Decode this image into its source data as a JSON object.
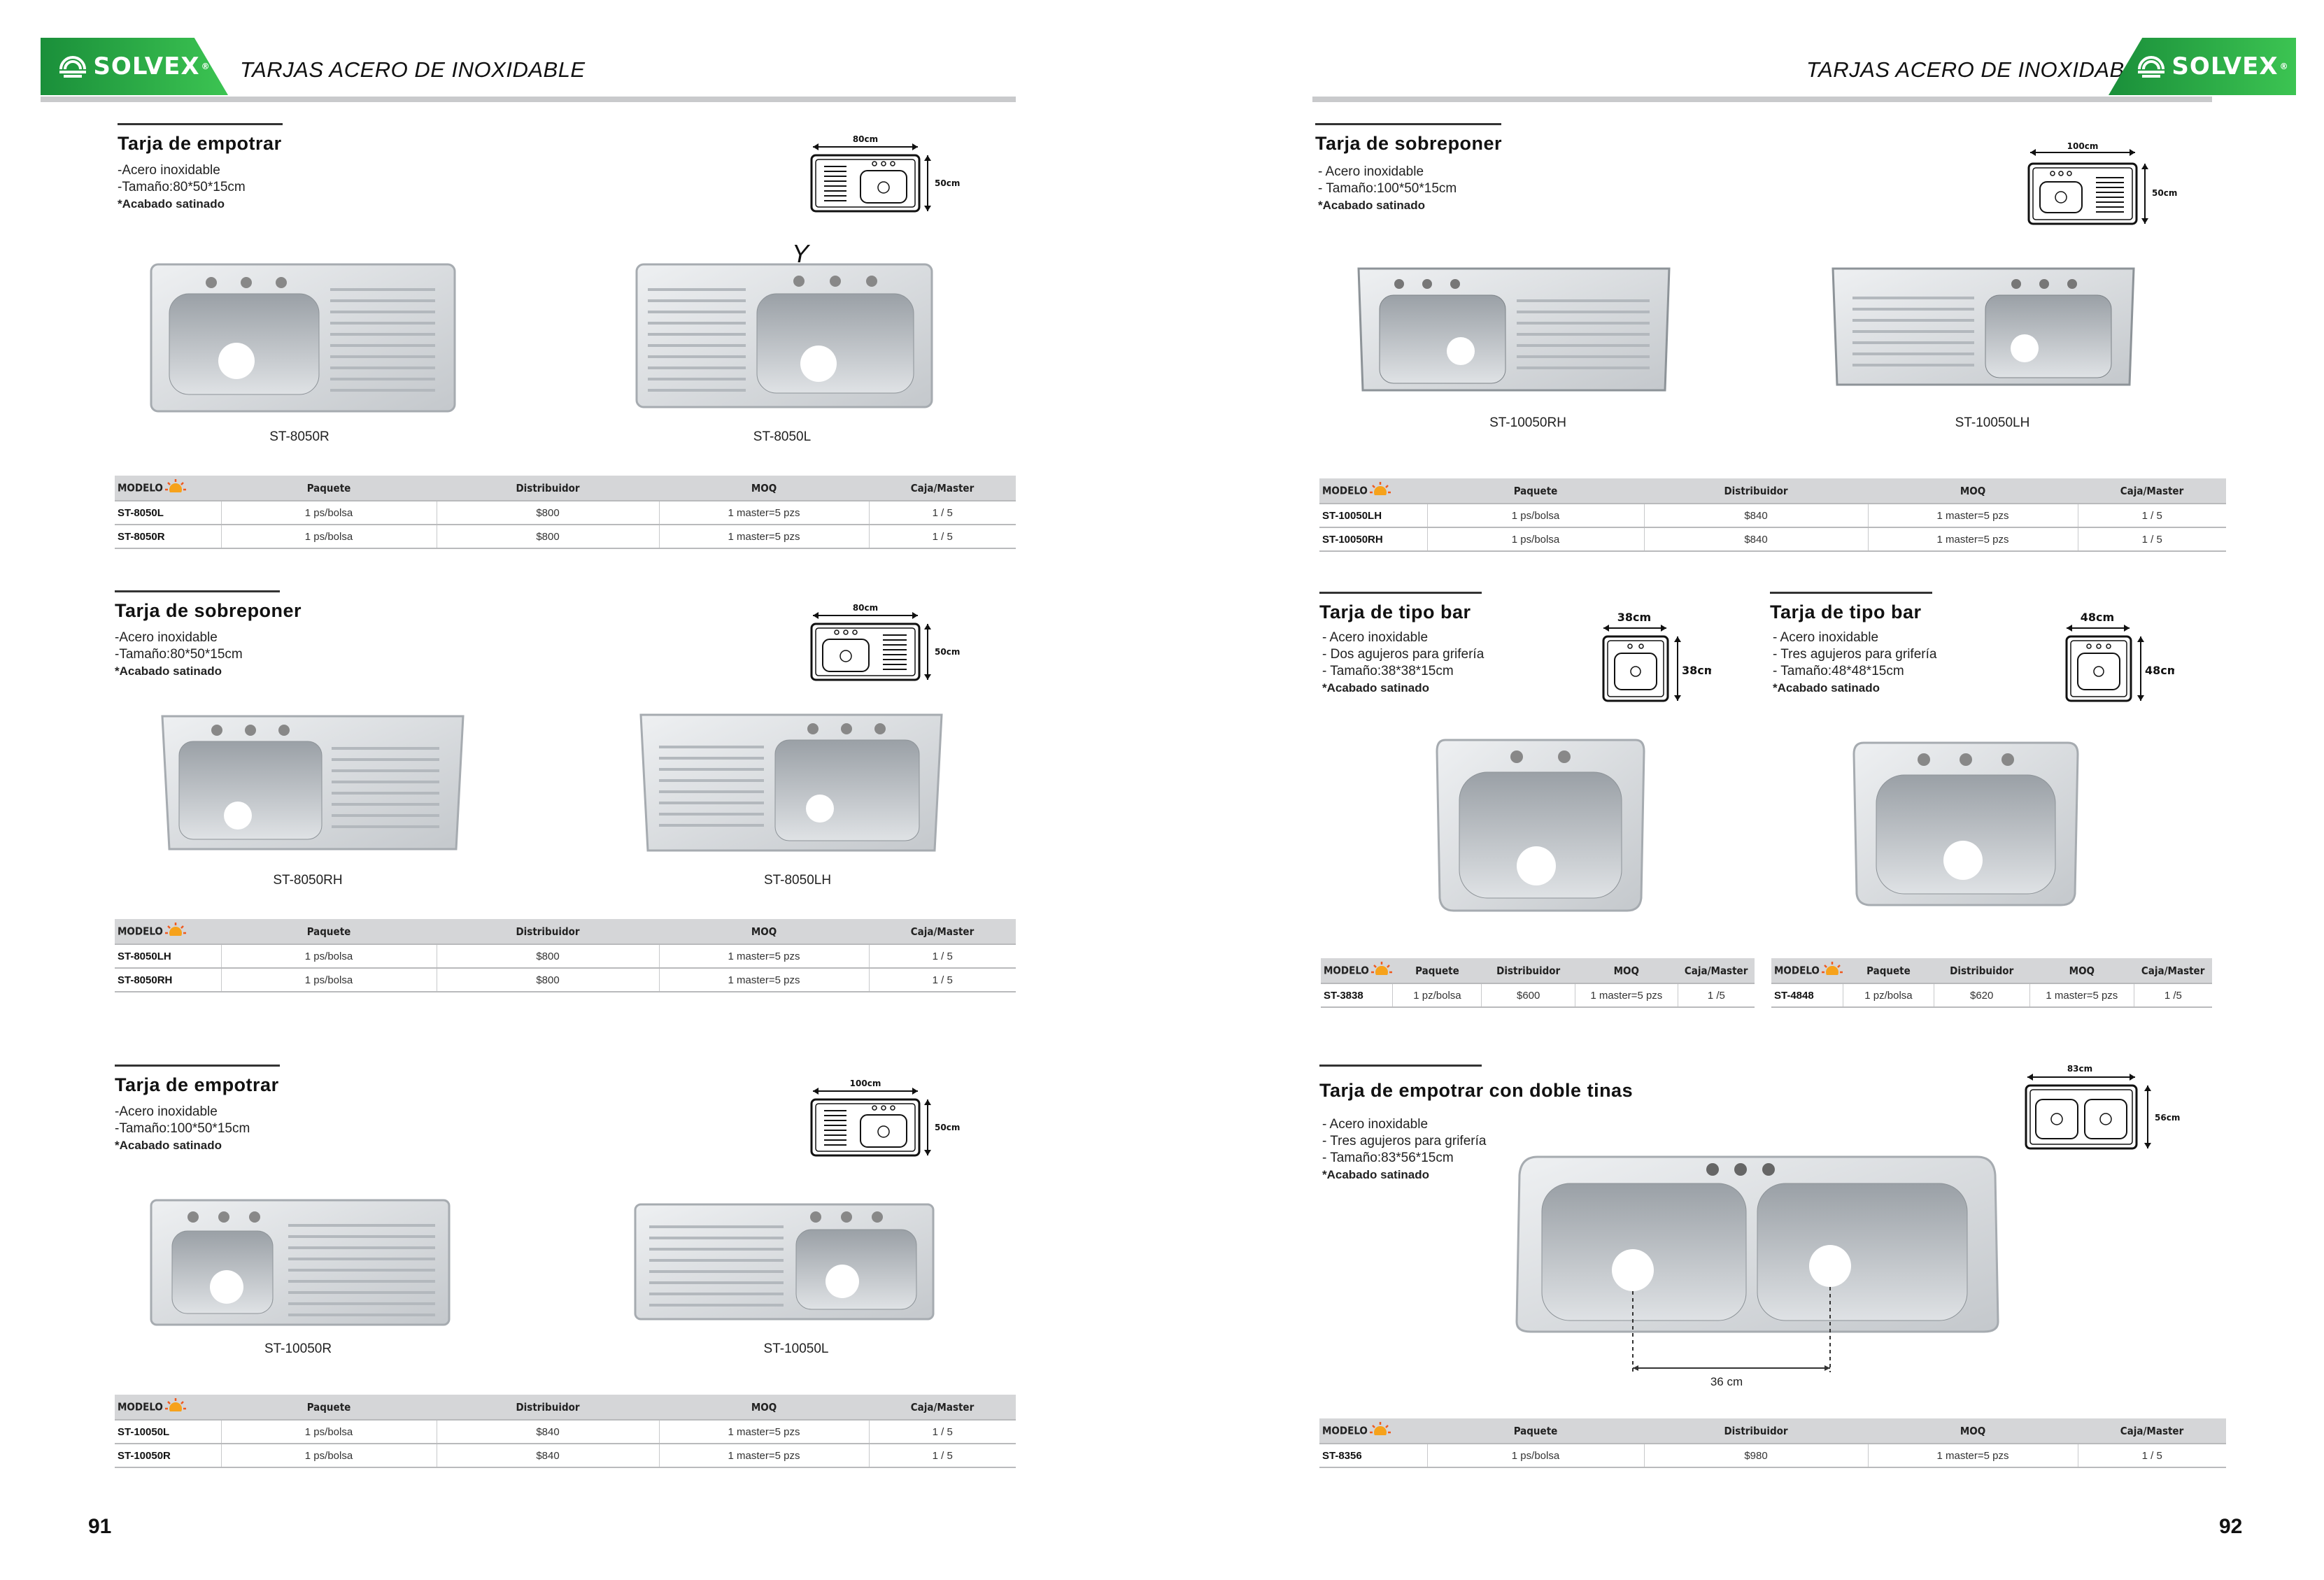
{
  "brand": "SOLVEX",
  "header": {
    "title": "TARJAS ACERO DE INOXIDABLE"
  },
  "colors": {
    "brand_green": "#2fb24a",
    "header_bar": "#c9cacc",
    "table_header": "#d5d6d8"
  },
  "pages": {
    "left": "91",
    "right": "92"
  },
  "stray_mark": "Y",
  "table_headers": [
    "MODELO",
    "Paquete",
    "Distribuidor",
    "MOQ",
    "Caja/Master"
  ],
  "sections": {
    "s1": {
      "title": "Tarja de empotrar",
      "specs": [
        "-Acero inoxidable",
        "-Tamaño:80*50*15cm"
      ],
      "finish": "*Acabado satinado",
      "dims": {
        "w": "80cm",
        "h": "50cm"
      },
      "captions": [
        "ST-8050R",
        "ST-8050L"
      ],
      "rows": [
        [
          "ST-8050L",
          "1 ps/bolsa",
          "$800",
          "1 master=5 pzs",
          "1 / 5"
        ],
        [
          "ST-8050R",
          "1 ps/bolsa",
          "$800",
          "1 master=5 pzs",
          "1 / 5"
        ]
      ]
    },
    "s2": {
      "title": "Tarja de sobreponer",
      "specs": [
        "-Acero inoxidable",
        "-Tamaño:80*50*15cm"
      ],
      "finish": "*Acabado satinado",
      "dims": {
        "w": "80cm",
        "h": "50cm"
      },
      "captions": [
        "ST-8050RH",
        "ST-8050LH"
      ],
      "rows": [
        [
          "ST-8050LH",
          "1 ps/bolsa",
          "$800",
          "1 master=5 pzs",
          "1 / 5"
        ],
        [
          "ST-8050RH",
          "1 ps/bolsa",
          "$800",
          "1 master=5 pzs",
          "1 / 5"
        ]
      ]
    },
    "s3": {
      "title": "Tarja de empotrar",
      "specs": [
        "-Acero inoxidable",
        "-Tamaño:100*50*15cm"
      ],
      "finish": "*Acabado satinado",
      "dims": {
        "w": "100cm",
        "h": "50cm"
      },
      "captions": [
        "ST-10050R",
        "ST-10050L"
      ],
      "rows": [
        [
          "ST-10050L",
          "1 ps/bolsa",
          "$840",
          "1 master=5 pzs",
          "1 / 5"
        ],
        [
          "ST-10050R",
          "1 ps/bolsa",
          "$840",
          "1 master=5 pzs",
          "1 / 5"
        ]
      ]
    },
    "s4": {
      "title": "Tarja de sobreponer",
      "specs": [
        "- Acero inoxidable",
        "- Tamaño:100*50*15cm"
      ],
      "finish": "*Acabado satinado",
      "dims": {
        "w": "100cm",
        "h": "50cm"
      },
      "captions": [
        "ST-10050RH",
        "ST-10050LH"
      ],
      "rows": [
        [
          "ST-10050LH",
          "1 ps/bolsa",
          "$840",
          "1 master=5 pzs",
          "1 / 5"
        ],
        [
          "ST-10050RH",
          "1 ps/bolsa",
          "$840",
          "1 master=5 pzs",
          "1 / 5"
        ]
      ]
    },
    "s5": {
      "title": "Tarja de tipo bar",
      "specs": [
        "- Acero inoxidable",
        "- Dos agujeros para grifería",
        "- Tamaño:38*38*15cm"
      ],
      "finish": "*Acabado satinado",
      "dims": {
        "w": "38cm",
        "h": "38cm"
      },
      "rows": [
        [
          "ST-3838",
          "1 pz/bolsa",
          "$600",
          "1 master=5 pzs",
          "1 /5"
        ]
      ]
    },
    "s6": {
      "title": "Tarja de tipo bar",
      "specs": [
        "- Acero inoxidable",
        "- Tres agujeros para grifería",
        "- Tamaño:48*48*15cm"
      ],
      "finish": "*Acabado satinado",
      "dims": {
        "w": "48cm",
        "h": "48cm"
      },
      "rows": [
        [
          "ST-4848",
          "1 pz/bolsa",
          "$620",
          "1 master=5 pzs",
          "1 /5"
        ]
      ]
    },
    "s7": {
      "title": "Tarja de empotrar con doble tinas",
      "specs": [
        "- Acero inoxidable",
        "- Tres agujeros para grifería",
        "- Tamaño:83*56*15cm"
      ],
      "finish": "*Acabado satinado",
      "dims": {
        "w": "83cm",
        "h": "56cm"
      },
      "measure": "36 cm",
      "rows": [
        [
          "ST-8356",
          "1 ps/bolsa",
          "$980",
          "1 master=5 pzs",
          "1 / 5"
        ]
      ]
    }
  }
}
